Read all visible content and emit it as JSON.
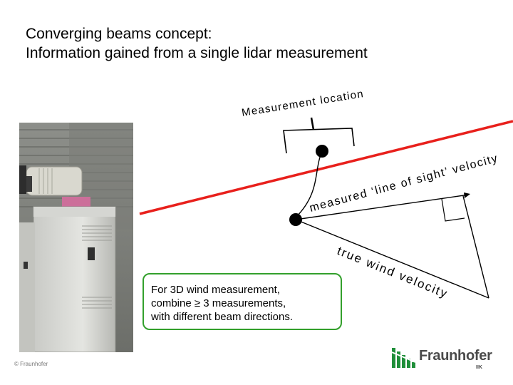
{
  "title": {
    "line1": "Converging beams concept:",
    "line2": "Information gained from a single lidar measurement"
  },
  "labels": {
    "measurement_location": "Measurement location",
    "los_velocity": "measured ‘line of sight’ velocity",
    "true_wind": "true wind velocity"
  },
  "note": {
    "line1": "For 3D wind measurement,",
    "line2": "combine ≥ 3 measurements,",
    "line3": "with different beam directions."
  },
  "footer": {
    "copyright": "© Fraunhofer",
    "logo_name": "Fraunhofer",
    "logo_sub": "IIK"
  },
  "colors": {
    "beam": "#e8201c",
    "note_border": "#33a02c",
    "logo_green": "#1f8f3a"
  }
}
